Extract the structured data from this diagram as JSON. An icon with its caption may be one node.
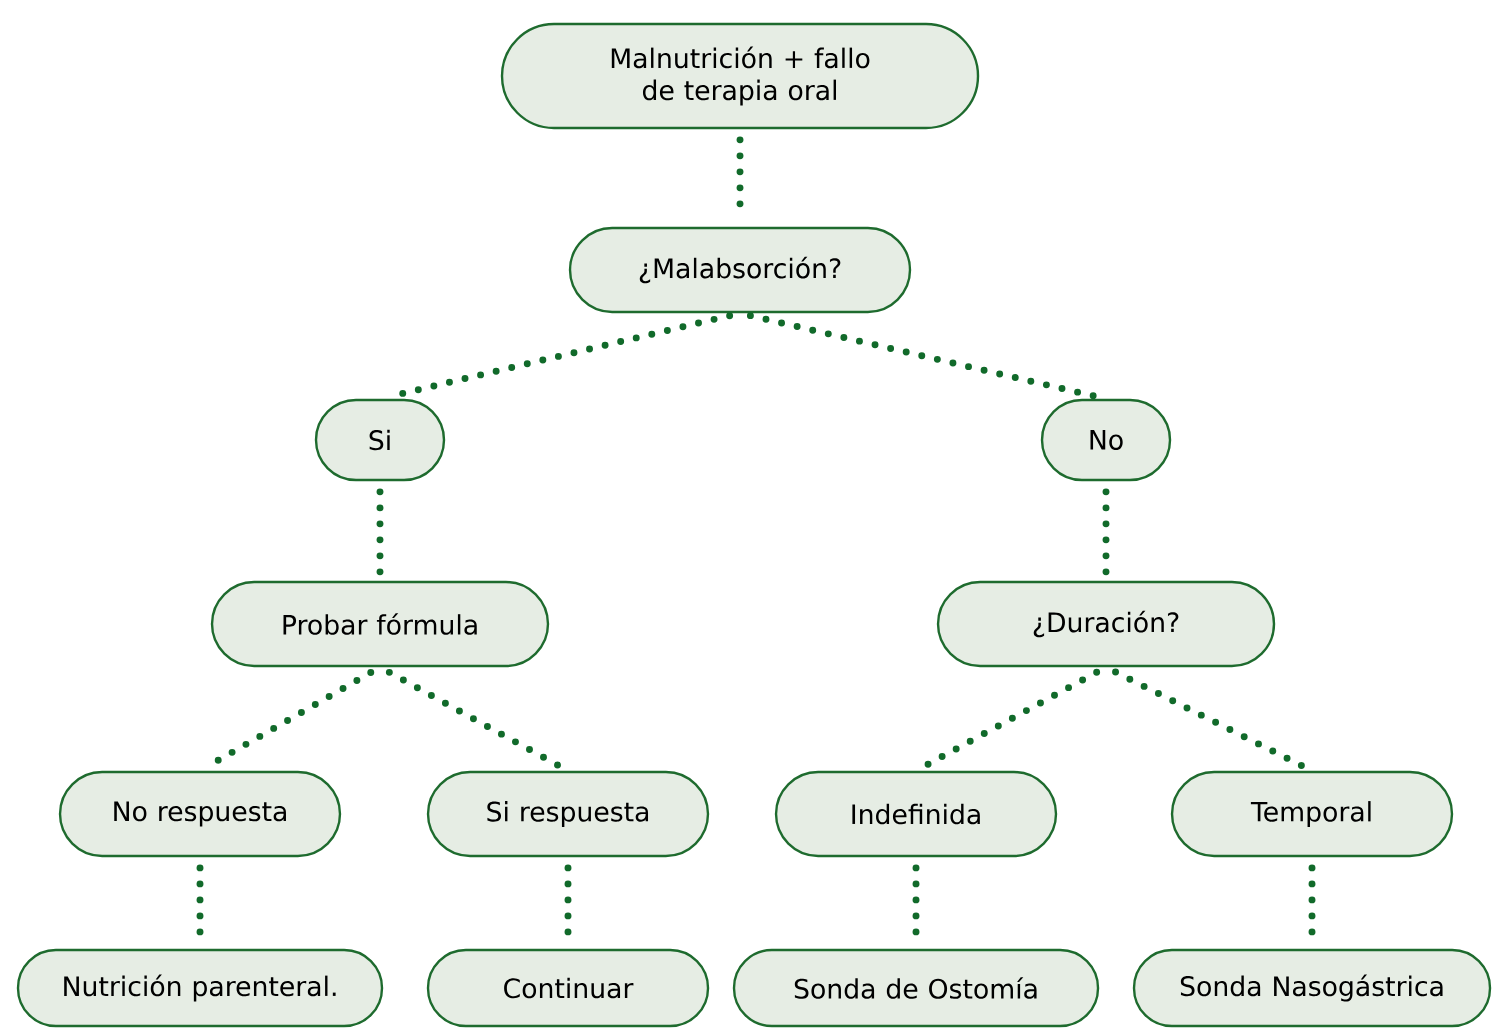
{
  "diagram": {
    "nodes": [
      {
        "text": [
          "Malnutrición + fallo de terapia oral"
        ]
      },
      {
        "text": [
          "¿Malabsorción?"
        ]
      },
      {
        "text": [
          "Si"
        ]
      },
      {
        "text": [
          "No"
        ]
      },
      {
        "text": [
          "Probar fórmula"
        ]
      },
      {
        "text": [
          "¿Duración?"
        ]
      },
      {
        "text": [
          "No respuesta"
        ]
      },
      {
        "text": [
          "Si respuesta"
        ]
      },
      {
        "text": [
          "Indefinida"
        ]
      },
      {
        "text": [
          "Temporal"
        ]
      },
      {
        "text": [
          "Nutrición parenteral."
        ]
      },
      {
        "text": [
          "Continuar"
        ]
      },
      {
        "text": [
          "Sonda de Ostomía"
        ]
      },
      {
        "text": [
          "Sonda Nasogástrica"
        ]
      }
    ],
    "edges": [
      {
        "from": 0,
        "to": 1,
        "arrow": "none"
      },
      {
        "from": 1,
        "to": 2,
        "arrow": "none"
      },
      {
        "from": 1,
        "to": 3,
        "arrow": "none"
      },
      {
        "from": 2,
        "to": 4,
        "arrow": "none"
      },
      {
        "from": 3,
        "to": 5,
        "arrow": "none"
      },
      {
        "from": 4,
        "to": 6,
        "arrow": "none"
      },
      {
        "from": 4,
        "to": 7,
        "arrow": "none"
      },
      {
        "from": 5,
        "to": 8,
        "arrow": "none"
      },
      {
        "from": 5,
        "to": 9,
        "arrow": "none"
      },
      {
        "from": 6,
        "to": 10,
        "arrow": "none"
      },
      {
        "from": 7,
        "to": 11,
        "arrow": "none"
      },
      {
        "from": 8,
        "to": 12,
        "arrow": "none"
      },
      {
        "from": 9,
        "to": 13,
        "arrow": "none"
      }
    ]
  }
}
